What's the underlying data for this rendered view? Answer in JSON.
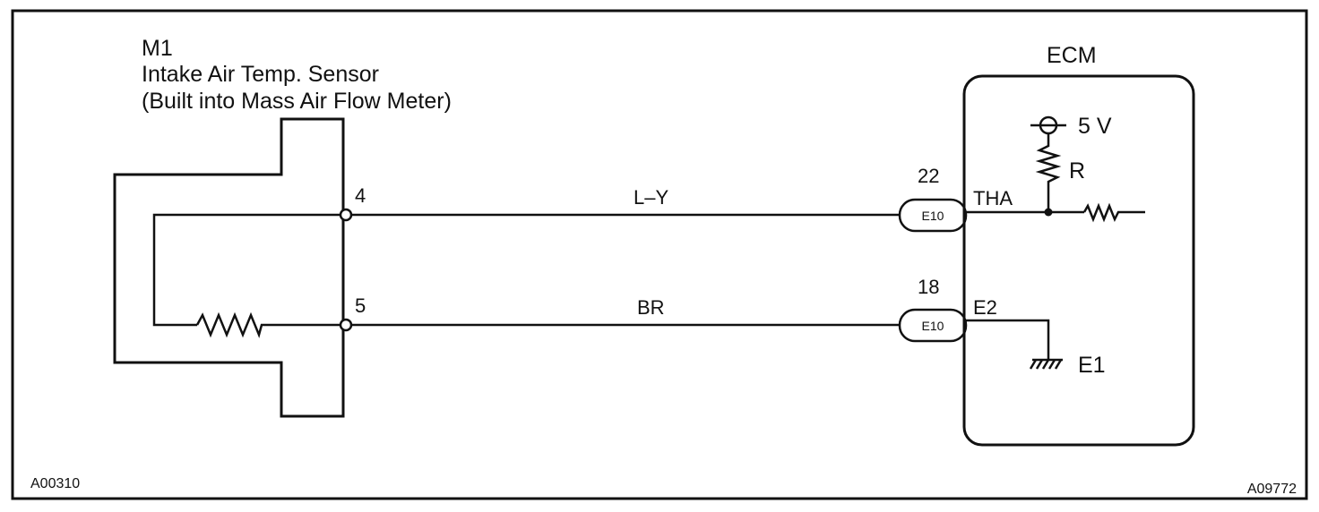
{
  "sensor": {
    "id": "M1",
    "name": "Intake Air Temp. Sensor",
    "note": "(Built into Mass Air Flow Meter)",
    "pin_signal": "4",
    "pin_ground": "5"
  },
  "ecm": {
    "title": "ECM",
    "supply": "5 V",
    "resistor": "R",
    "signal_terminal": "THA",
    "ground_terminal": "E2",
    "chassis_ground": "E1"
  },
  "connectors": [
    {
      "pin": "22",
      "code": "E10"
    },
    {
      "pin": "18",
      "code": "E10"
    }
  ],
  "wires": [
    {
      "color": "L–Y"
    },
    {
      "color": "BR"
    }
  ],
  "figure_codes": {
    "left": "A00310",
    "right": "A09772"
  },
  "colors": {
    "line": "#111111",
    "background": "#ffffff"
  }
}
